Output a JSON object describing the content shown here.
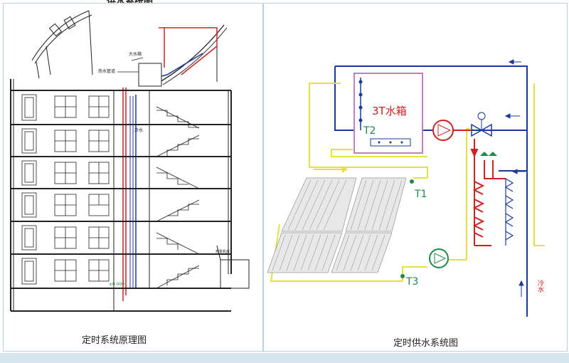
{
  "header": {
    "partial_title": "供水系统图"
  },
  "left_diagram": {
    "caption": "定时系统原理图",
    "labels": {
      "tank": "大水箱",
      "return_pipe": "热水管道",
      "riser": "冷水",
      "ground_level": "±0.000",
      "pump_room": "热泵机房"
    }
  },
  "right_diagram": {
    "caption": "定时供水系统图",
    "tank_label": "3T水箱",
    "sensors": [
      "T1",
      "T2",
      "T3"
    ],
    "cold_water_label": "冷水"
  },
  "colors": {
    "hot_pipe": "#cc2222",
    "cold_pipe": "#1a3a9a",
    "solar_loop": "#e6e040",
    "tank_border": "#c080c0",
    "sensor_green": "#1f8a4a",
    "structure": "#222222"
  }
}
